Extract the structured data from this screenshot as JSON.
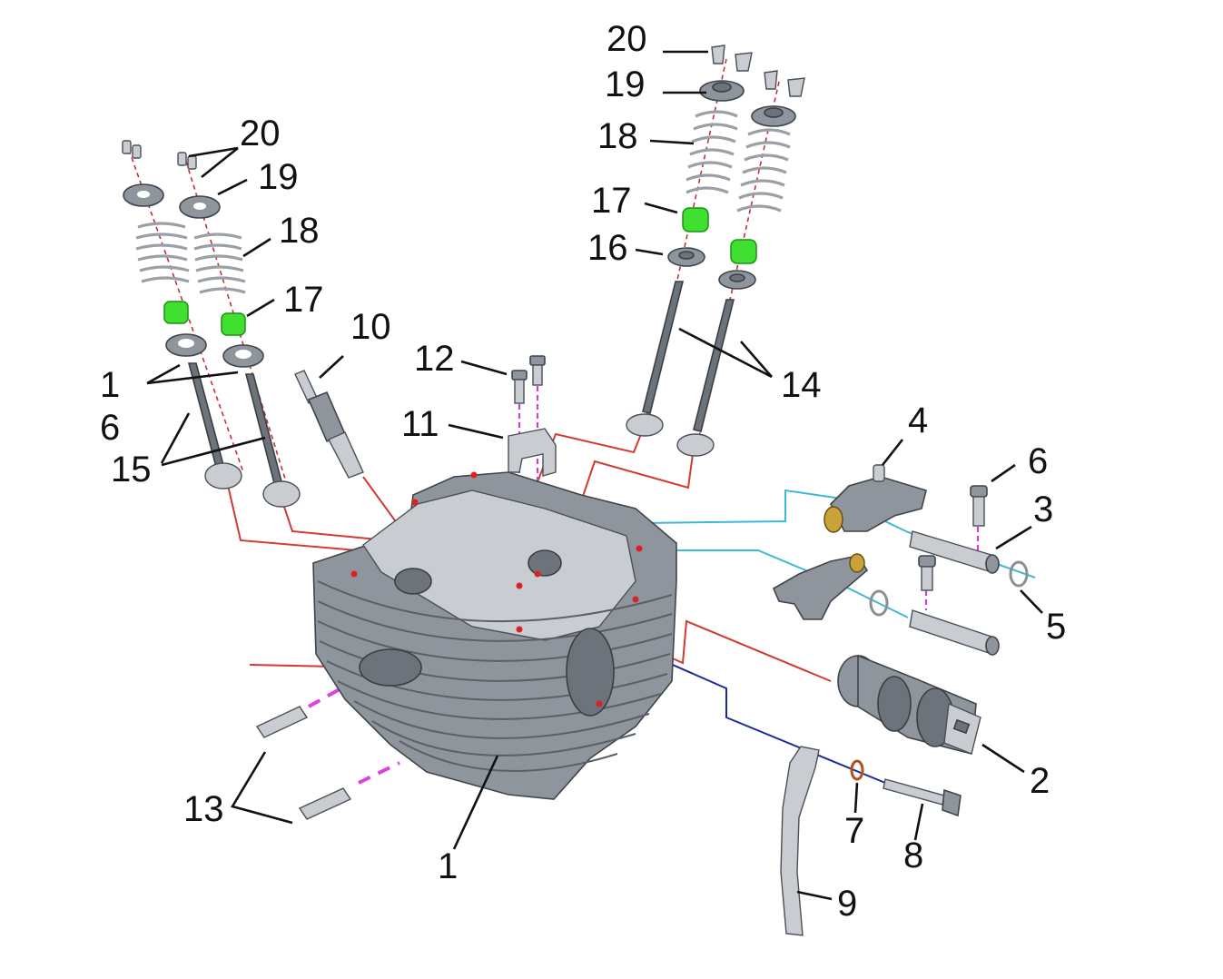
{
  "callouts": [
    {
      "id": "c20a",
      "text": "20"
    },
    {
      "id": "c19a",
      "text": "19"
    },
    {
      "id": "c18a",
      "text": "18"
    },
    {
      "id": "c17a",
      "text": "17"
    },
    {
      "id": "c10",
      "text": "10"
    },
    {
      "id": "c1a",
      "text": "1"
    },
    {
      "id": "c6a",
      "text": "6"
    },
    {
      "id": "c15",
      "text": "15"
    },
    {
      "id": "c12",
      "text": "12"
    },
    {
      "id": "c11",
      "text": "11"
    },
    {
      "id": "c20b",
      "text": "20"
    },
    {
      "id": "c19b",
      "text": "19"
    },
    {
      "id": "c18b",
      "text": "18"
    },
    {
      "id": "c17b",
      "text": "17"
    },
    {
      "id": "c16",
      "text": "16"
    },
    {
      "id": "c14",
      "text": "14"
    },
    {
      "id": "c4",
      "text": "4"
    },
    {
      "id": "c6b",
      "text": "6"
    },
    {
      "id": "c3",
      "text": "3"
    },
    {
      "id": "c5",
      "text": "5"
    },
    {
      "id": "c2",
      "text": "2"
    },
    {
      "id": "c7",
      "text": "7"
    },
    {
      "id": "c8",
      "text": "8"
    },
    {
      "id": "c9",
      "text": "9"
    },
    {
      "id": "c13",
      "text": "13"
    },
    {
      "id": "c1b",
      "text": "1"
    }
  ],
  "colors": {
    "background": "#ffffff",
    "metal": "#8e959c",
    "valve_seal": "#3fe02f",
    "guide_red": "#d23a32",
    "guide_cyan": "#3fb8d6",
    "guide_blue": "#1b2a9c",
    "guide_magenta": "#d43cd4"
  },
  "parts": [
    {
      "name": "cylinder-head",
      "icon": "cylinder-head-icon"
    },
    {
      "name": "camshaft",
      "icon": "camshaft-icon"
    },
    {
      "name": "rocker-shaft",
      "icon": "shaft-icon"
    },
    {
      "name": "rocker-arm",
      "icon": "rocker-arm-icon"
    },
    {
      "name": "o-ring",
      "icon": "o-ring-icon"
    },
    {
      "name": "bolt",
      "icon": "bolt-icon"
    },
    {
      "name": "washer",
      "icon": "washer-icon"
    },
    {
      "name": "chain-guide",
      "icon": "chain-guide-icon"
    },
    {
      "name": "spark-plug",
      "icon": "spark-plug-icon"
    },
    {
      "name": "bracket",
      "icon": "bracket-icon"
    },
    {
      "name": "dowel-pin",
      "icon": "dowel-pin-icon"
    },
    {
      "name": "valve",
      "icon": "valve-icon"
    },
    {
      "name": "valve-spring",
      "icon": "spring-icon"
    },
    {
      "name": "valve-stem-seal",
      "icon": "seal-icon"
    },
    {
      "name": "spring-retainer",
      "icon": "retainer-icon"
    },
    {
      "name": "valve-cotter",
      "icon": "cotter-icon"
    }
  ]
}
